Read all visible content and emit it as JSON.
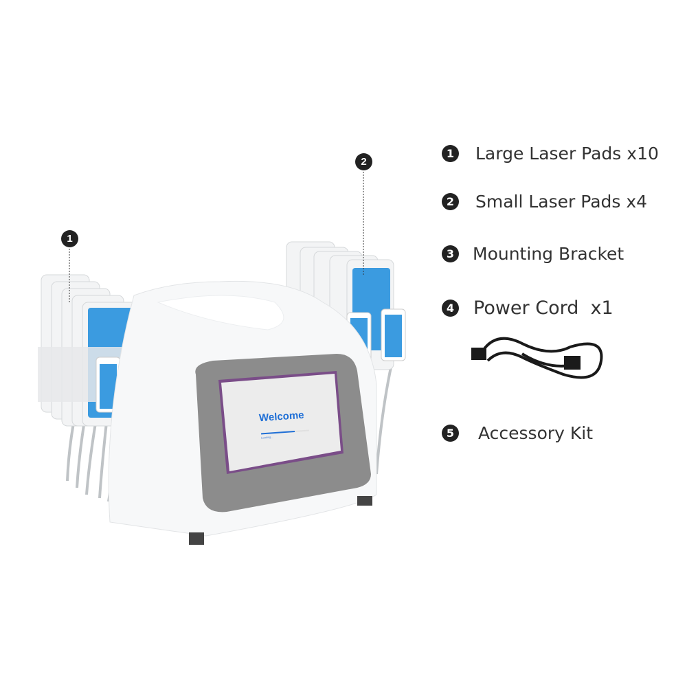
{
  "callouts": {
    "one": "1",
    "two": "2"
  },
  "screen": {
    "title": "Welcome",
    "loading_text": "Loading...",
    "progress_percent": 70
  },
  "legend": [
    {
      "num": "1",
      "label": "Large Laser Pads x10"
    },
    {
      "num": "2",
      "label": "Small Laser Pads x4"
    },
    {
      "num": "3",
      "label": "Mounting Bracket"
    },
    {
      "num": "4",
      "label": "Power Cord  x1"
    },
    {
      "num": "5",
      "label": "Accessory Kit"
    }
  ],
  "colors": {
    "pad_blue": "#3b9be0",
    "screen_frame": "#8c8c8c",
    "text": "#333333"
  }
}
